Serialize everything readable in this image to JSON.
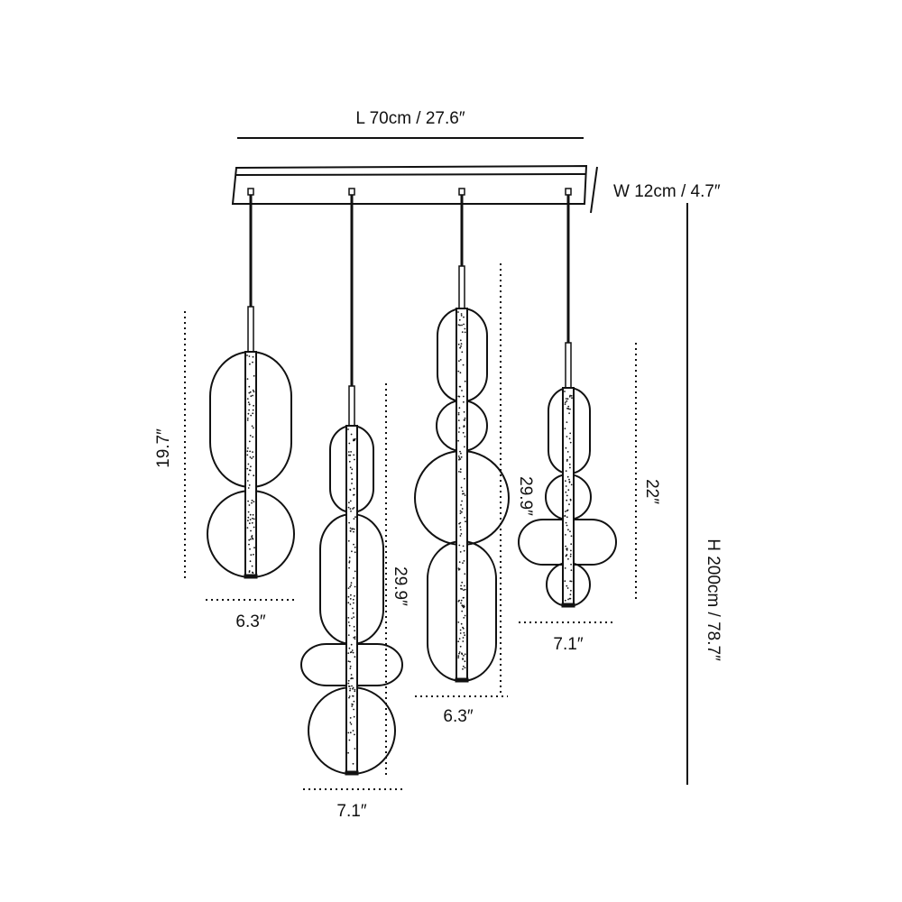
{
  "dimensions": {
    "length": "L 70cm / 27.6″",
    "width": "W 12cm / 4.7″",
    "height": "H 200cm / 78.7″"
  },
  "pendants": [
    {
      "height_label": "19.7″",
      "width_label": "6.3″"
    },
    {
      "height_label": "29.9″",
      "width_label": "7.1″"
    },
    {
      "height_label": "29.9″",
      "width_label": "6.3″"
    },
    {
      "height_label": "22″",
      "width_label": "7.1″"
    }
  ],
  "colors": {
    "line": "#111111",
    "background": "#ffffff"
  }
}
